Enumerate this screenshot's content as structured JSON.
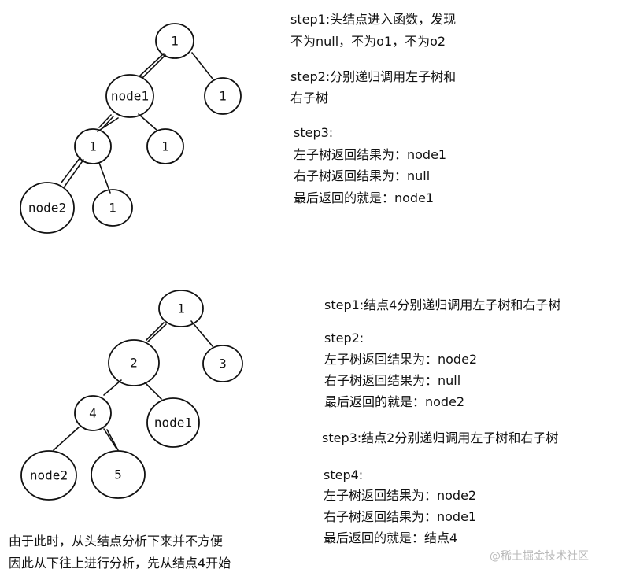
{
  "tree1": {
    "nodes": {
      "n_root": "1",
      "n_node1": "node1",
      "n_r1": "1",
      "n_ll": "1",
      "n_lr": "1",
      "n_node2": "node2",
      "n_llr": "1"
    },
    "notes": {
      "s1_l1": "step1:头结点进入函数，发现",
      "s1_l2": "不为null，不为o1，不为o2",
      "s2_l1": "step2:分别递归调用左子树和",
      "s2_l2": "右子树",
      "s3_title": "step3:",
      "s3_l1": "左子树返回结果为：node1",
      "s3_l2": "右子树返回结果为：null",
      "s3_l3": "最后返回的就是：node1"
    }
  },
  "tree2": {
    "nodes": {
      "m_root": "1",
      "m_2": "2",
      "m_3": "3",
      "m_4": "4",
      "m_node1": "node1",
      "m_node2": "node2",
      "m_5": "5"
    },
    "notes": {
      "s1": "step1:结点4分别递归调用左子树和右子树",
      "s2_title": "step2:",
      "s2_l1": "左子树返回结果为：node2",
      "s2_l2": "右子树返回结果为：null",
      "s2_l3": "最后返回的就是：node2",
      "s3": "step3:结点2分别递归调用左子树和右子树",
      "s4_title": "step4:",
      "s4_l1": "左子树返回结果为：node2",
      "s4_l2": "右子树返回结果为：node1",
      "s4_l3": "最后返回的就是：结点4"
    }
  },
  "explanation": {
    "l1": "由于此时，从头结点分析下来并不方便",
    "l2": "因此从下往上进行分析，先从结点4开始"
  },
  "watermark": "@稀土掘金技术社区"
}
